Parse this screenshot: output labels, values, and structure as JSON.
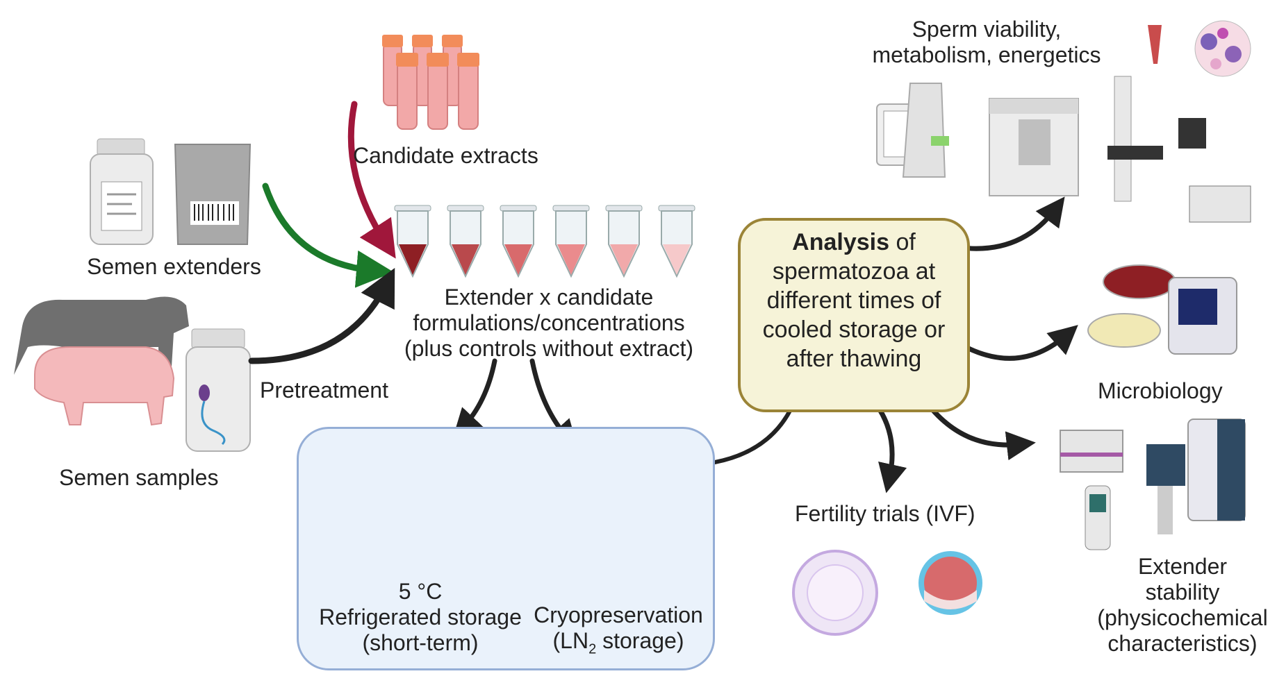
{
  "figure": {
    "candidate_extracts": "Candidate extracts",
    "semen_extenders": "Semen extenders",
    "semen_samples": "Semen samples",
    "pretreatment": "Pretreatment",
    "formulations": [
      "Extender x candidate",
      "formulations/concentrations",
      "(plus controls without extract)"
    ],
    "storage": {
      "refrigerated": [
        "5 °C",
        "Refrigerated storage",
        "(short-term)"
      ],
      "cryo_line1": "Cryopreservation",
      "cryo_line2_prefix": "(LN",
      "cryo_line2_sub": "2",
      "cryo_line2_suffix": " storage)"
    },
    "analysis": {
      "bold": "Analysis",
      "rest_first": " of",
      "lines": [
        "spermatozoa at",
        "different times of",
        "cooled storage or",
        "after thawing"
      ]
    },
    "outputs": {
      "viability": [
        "Sperm viability,",
        "metabolism, energetics"
      ],
      "microbiology": "Microbiology",
      "fertility": "Fertility trials (IVF)",
      "stability": [
        "Extender",
        "stability",
        "(physicochemical",
        "characteristics)"
      ]
    },
    "tube_colors": [
      "#8e1f24",
      "#b9494c",
      "#d86a6c",
      "#ea8b8d",
      "#f1a9aa",
      "#f6c9ca"
    ],
    "arrow_colors": {
      "extract": "#a0173b",
      "extender": "#1b7a2a",
      "default": "#222222"
    },
    "box_colors": {
      "storage_fill": "#eaf2fb",
      "storage_border": "#95aed6",
      "analysis_fill": "#f6f3d8",
      "analysis_border": "#9b8437"
    }
  }
}
